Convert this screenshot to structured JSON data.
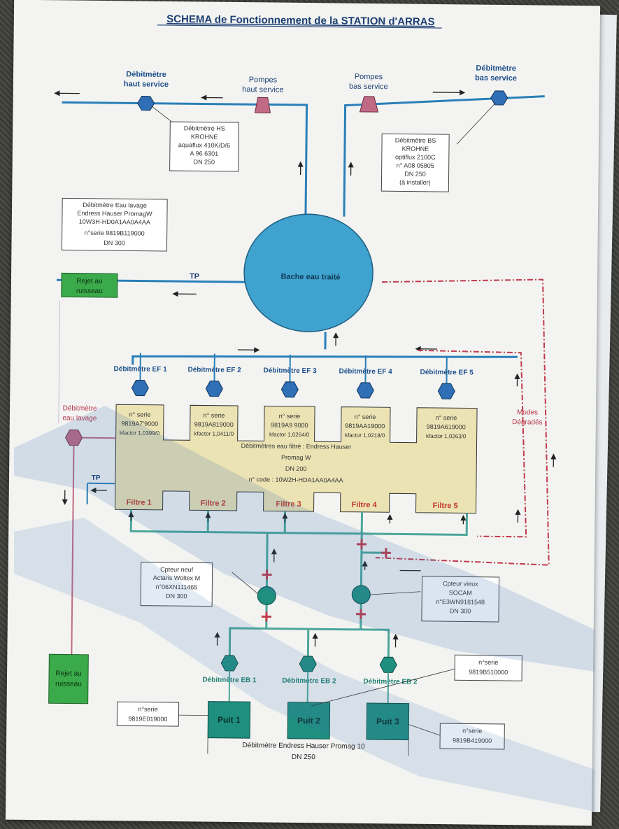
{
  "title": "SCHEMA de Fonctionnement de la STATION d'ARRAS",
  "top": {
    "deb_haut": [
      "Débitmètre",
      "haut service"
    ],
    "pompes_haut": [
      "Pompes",
      "haut service"
    ],
    "pompes_bas": [
      "Pompes",
      "bas service"
    ],
    "deb_bas": [
      "Débitmètre",
      "bas service"
    ],
    "hs_box": [
      "Débitmètre HS",
      "KROHNE",
      "aquaflux 410K/D/6",
      "A 96 6301",
      "DN 250"
    ],
    "bs_box": [
      "Débitmètre BS",
      "KROHNE",
      "optiflux 2100C",
      "n° A08 05805",
      "DN 250",
      "(à installer)"
    ],
    "lavage_box": [
      "Débitmètre Eau lavage",
      "Endress Hauser PromagW",
      "10W3H-HD0A1AA0A4AA",
      "n°serie 9819B119000",
      "DN 300"
    ]
  },
  "bache": "Bache eau traité",
  "tp1": "TP",
  "tp2": "TP",
  "rejet1": [
    "Rejet au",
    "ruisseau"
  ],
  "rejet2": [
    "Rejet au",
    "ruisseau"
  ],
  "modes": [
    "Modes",
    "Dégradés"
  ],
  "deb_lavage": [
    "Débitmètre",
    "eau lavage"
  ],
  "ef": [
    {
      "label": "Débitmètre EF 1",
      "serie": "n° serie",
      "num": "9819A7'9000",
      "k": "kfactor 1,0399/0"
    },
    {
      "label": "Débitmètre EF 2",
      "serie": "n° serie",
      "num": "9819A819000",
      "k": "kfactor 1,0411/0"
    },
    {
      "label": "Débitmètre EF 3",
      "serie": "n° serie",
      "num": "9819A9 9000",
      "k": "kfactor 1,0264/0"
    },
    {
      "label": "Débitmètre EF 4",
      "serie": "n° serie",
      "num": "9819AA19000",
      "k": "kfactor 1,0218/0"
    },
    {
      "label": "Débitmètre EF 5",
      "serie": "n° serie",
      "num": "9819A619000",
      "k": "kfactor 1,0263/0"
    }
  ],
  "filter_block": [
    "Débitmètres eau filtré : Endress Hauser",
    "Promag W",
    "DN 200",
    "n° code : 10W2H-HDA1AA0A4AA"
  ],
  "filtres": [
    "Filtre 1",
    "Filtre 2",
    "Filtre 3",
    "Filtre 4",
    "Filtre 5"
  ],
  "cpt_neuf": [
    "Cpteur neuf",
    "Actaris Woltex M",
    "n°06XN111465",
    "DN 300"
  ],
  "cpt_vieux": [
    "Cpteur vieux",
    "SOCAM",
    "n°E3WN9181548",
    "DN 300"
  ],
  "eb": [
    "Débitmètre EB 1",
    "Débitmètre EB 2",
    "Débitmètre EB 2"
  ],
  "puits": [
    "Puit 1",
    "Puit 2",
    "Puit 3"
  ],
  "puit_series": [
    [
      "n°serie",
      "9819E019000"
    ],
    [
      "n°serie",
      "9819B510000"
    ],
    [
      "n°serie",
      "9819B419000"
    ]
  ],
  "bottom": [
    "Débitmètre Endress Hauser Promag 10",
    "DN 250"
  ],
  "colors": {
    "pipe": "#2a7fb8",
    "pipe_green": "#4ca69a",
    "hex": "#2f6fb5",
    "pump": "#c06a85",
    "red_dash": "#c23a4a",
    "bache": "#3fa2cf",
    "filter": "#ece3b4",
    "puit": "#1f8f80",
    "rejet": "#3aaa4a"
  }
}
